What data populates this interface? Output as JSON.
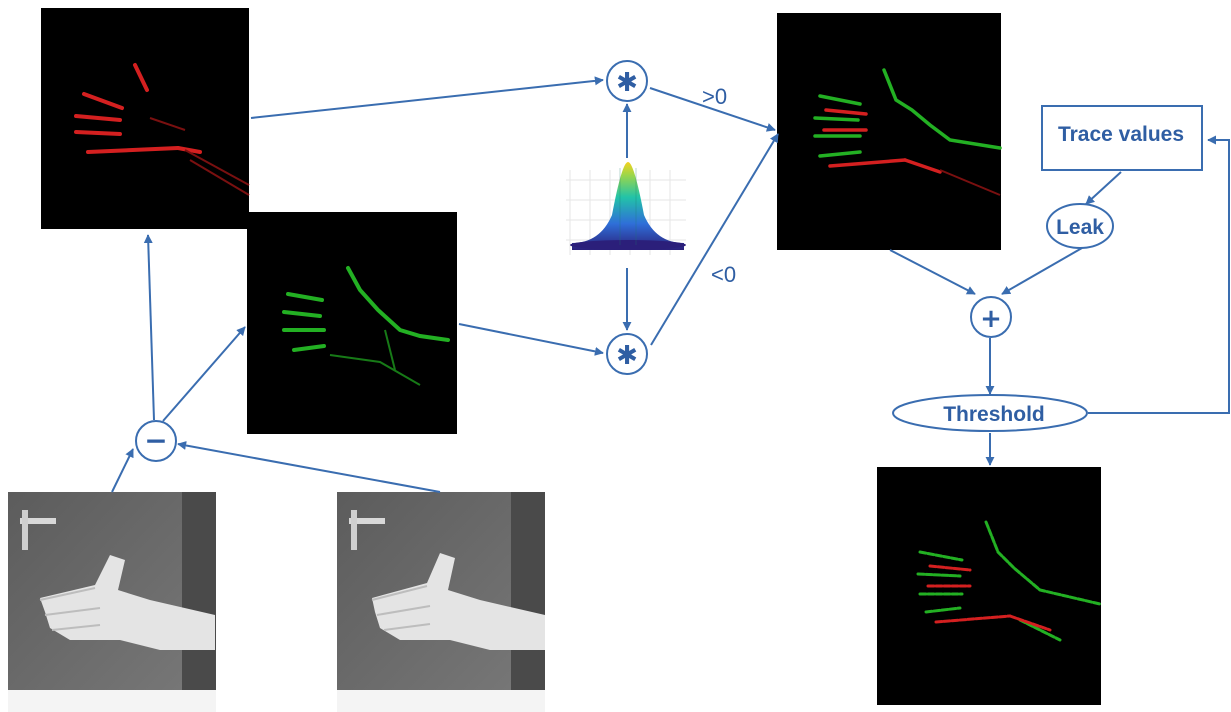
{
  "nodes": {
    "subtract": {
      "symbol": "−"
    },
    "convolve_positive": {
      "symbol": "✱"
    },
    "convolve_negative": {
      "symbol": "✱"
    },
    "add": {
      "symbol": "+"
    },
    "leak": {
      "label": "Leak"
    },
    "threshold": {
      "label": "Threshold"
    },
    "trace_values": {
      "label": "Trace values"
    }
  },
  "edges": {
    "positive_label": ">0",
    "negative_label": "<0"
  },
  "images": {
    "frame_t0": "grayscale hand frame",
    "frame_t1": "grayscale hand frame",
    "negative_diff": "red hand edges",
    "positive_diff": "green hand edges",
    "gaussian_kernel": "3d gaussian surface plot",
    "combined_events": "red and green hand edges",
    "thresholded_output": "red and green sparse hand edges"
  },
  "colors": {
    "accent": "#3a6db0",
    "text": "#2f5ea3",
    "negative": "#d42020",
    "positive": "#23b023"
  }
}
